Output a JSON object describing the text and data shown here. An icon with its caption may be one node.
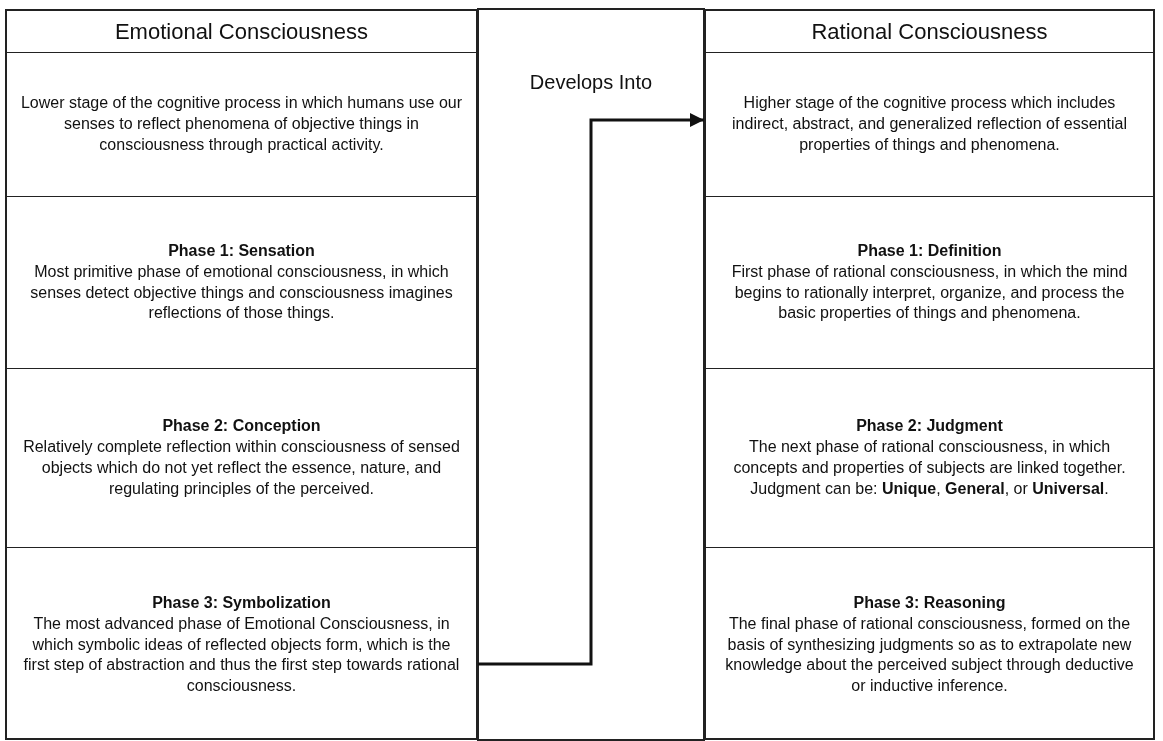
{
  "diagram": {
    "nodes": [
      {
        "text": [
          "Emotional Consciousness"
        ]
      },
      {
        "text": [
          "Lower stage of the cognitive process in which humans use our senses to reflect phenomena of objective things in consciousness through practical activity."
        ],
        "in": 0
      },
      {
        "text": [
          "Phase 1: Sensation",
          "Most primitive phase of emotional consciousness, in which senses detect objective things and consciousness imagines reflections of those things."
        ],
        "in": 0
      },
      {
        "text": [
          "Phase 2: Conception",
          "Relatively complete reflection within consciousness of sensed objects which do not yet reflect the essence, nature, and regulating principles of the perceived."
        ],
        "in": 0
      },
      {
        "text": [
          "Phase 3: Symbolization",
          "The most advanced phase of Emotional Consciousness, in which symbolic ideas of reflected objects form, which is the first step of abstraction and thus the first step towards rational consciousness."
        ],
        "in": 0
      },
      {
        "text": [
          "Rational Consciousness"
        ]
      },
      {
        "text": [
          "Higher stage of the cognitive process which includes indirect, abstract, and generalized reflection of essential properties of things and phenomena."
        ],
        "in": 5
      },
      {
        "text": [
          "Phase 1: Definition",
          "First phase of rational consciousness, in which the mind begins to rationally interpret, organize, and process the basic properties of things and phenomena."
        ],
        "in": 5
      },
      {
        "text": [
          "Phase 2: Judgment",
          "The next phase of rational consciousness, in which concepts and properties of subjects are linked together. Judgment can be: **Unique**, **General**, or **Universal**."
        ],
        "in": 5
      },
      {
        "text": [
          "Phase 3: Reasoning",
          "The final phase of rational consciousness, formed on the basis of synthesizing judgments so as to extrapolate new knowledge about the perceived subject through deductive or inductive inference."
        ],
        "in": 5
      }
    ],
    "edges": [
      {
        "from": 4,
        "to": 6,
        "arrow": "to",
        "label": "Develops Into"
      }
    ]
  }
}
